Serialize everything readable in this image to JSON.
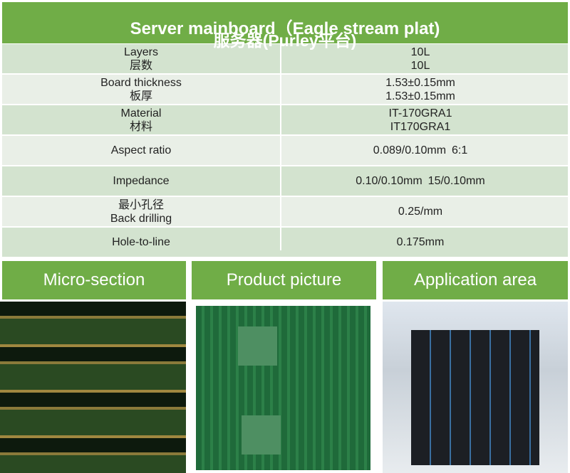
{
  "title": "Server mainboard（Eagle stream plat)",
  "subtitle": "服务器(Purley平台)",
  "rows": [
    {
      "label": "Layers",
      "value": "10L",
      "label_overlay": "层数",
      "value_overlay": "10L"
    },
    {
      "label": "Board thickness",
      "value": "1.53±0.15mm",
      "label_overlay": "板厚",
      "value_overlay": "1.53±0.15mm"
    },
    {
      "label": "Material",
      "value": "IT-170GRA1",
      "label_overlay": "材料",
      "value_overlay": "IT170GRA1"
    },
    {
      "label": "Aspect ratio",
      "value": "0.089/0.10mm",
      "value_overlay": "6:1"
    },
    {
      "label": "Impedance",
      "value": "0.10/0.10mm",
      "value_overlay": "15/0.10mm"
    },
    {
      "label": "Back drilling",
      "value": "0.25/mm",
      "label_overlay": "最小孔径"
    },
    {
      "label": "Hole-to-line",
      "value": "0.175mm"
    }
  ],
  "panels": [
    {
      "label": "Micro-section"
    },
    {
      "label": "Product picture"
    },
    {
      "label": "Application area"
    }
  ],
  "colors": {
    "accent": "#70ad47",
    "row_dark": "#d3e3cf",
    "row_light": "#e9efe7"
  }
}
